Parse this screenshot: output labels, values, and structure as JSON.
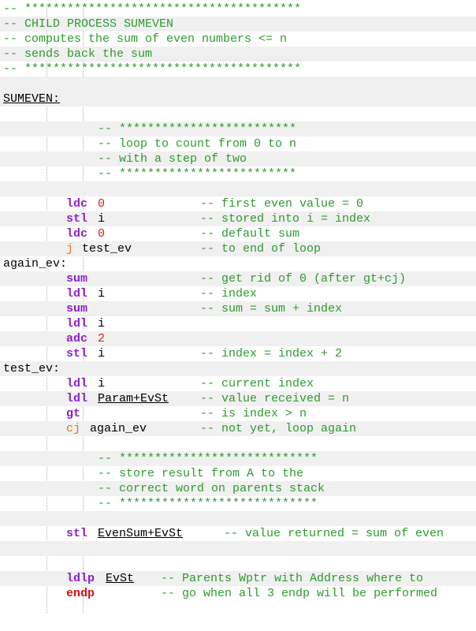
{
  "header_comments": [
    "-- ***************************************",
    "-- CHILD PROCESS SUMEVEN",
    "-- computes the sum of even numbers <= n",
    "-- sends back the sum",
    "-- ***************************************"
  ],
  "labels": {
    "sumeven": "SUMEVEN:",
    "again_ev": "again_ev:",
    "test_ev": "test_ev:"
  },
  "block1_comments": [
    "-- *************************",
    "-- loop to count from 0 to n",
    "-- with a step of two",
    "-- *************************"
  ],
  "block2_comments": [
    "-- ****************************",
    "-- store result from A to the",
    "-- correct word on parents stack",
    "-- ****************************"
  ],
  "code": [
    {
      "op": "ldc",
      "arg": "0",
      "comment": "-- first even value = 0"
    },
    {
      "op": "stl",
      "arg": "i",
      "comment": "-- stored into i = index"
    },
    {
      "op": "ldc",
      "arg": "0",
      "comment": "-- default sum"
    },
    {
      "op": "j",
      "arg": "test_ev",
      "comment": "-- to end of loop"
    },
    {
      "op": "sum",
      "arg": "",
      "comment": "-- get rid of 0 (after gt+cj)"
    },
    {
      "op": "ldl",
      "arg": "i",
      "comment": "-- index"
    },
    {
      "op": "sum",
      "arg": "",
      "comment": "-- sum = sum + index"
    },
    {
      "op": "ldl",
      "arg": "i",
      "comment": ""
    },
    {
      "op": "adc",
      "arg": "2",
      "comment": ""
    },
    {
      "op": "stl",
      "arg": "i",
      "comment": "-- index = index + 2"
    },
    {
      "op": "ldl",
      "arg": "i",
      "comment": "-- current index"
    },
    {
      "op": "ldl",
      "arg": "Param+EvSt",
      "comment": "-- value received = n"
    },
    {
      "op": "gt",
      "arg": "",
      "comment": "-- is index > n"
    },
    {
      "op": "cj",
      "arg": "again_ev",
      "comment": "-- not yet, loop again"
    },
    {
      "op": "stl",
      "arg": "EvenSum+EvSt",
      "comment": "-- value returned = sum of even"
    },
    {
      "op": "ldlp",
      "arg": "EvSt",
      "comment": "-- Parents Wptr with Address where to"
    },
    {
      "op": "endp",
      "arg": "",
      "comment": "-- go when all 3 endp will be performed"
    }
  ],
  "colors": {
    "comment": "#2e9b2e",
    "keyword": "#8a22c8",
    "jump_keyword": "#e07a10",
    "number": "#d62020",
    "endp": "#d61010",
    "stripe": "#f0f0f0"
  }
}
